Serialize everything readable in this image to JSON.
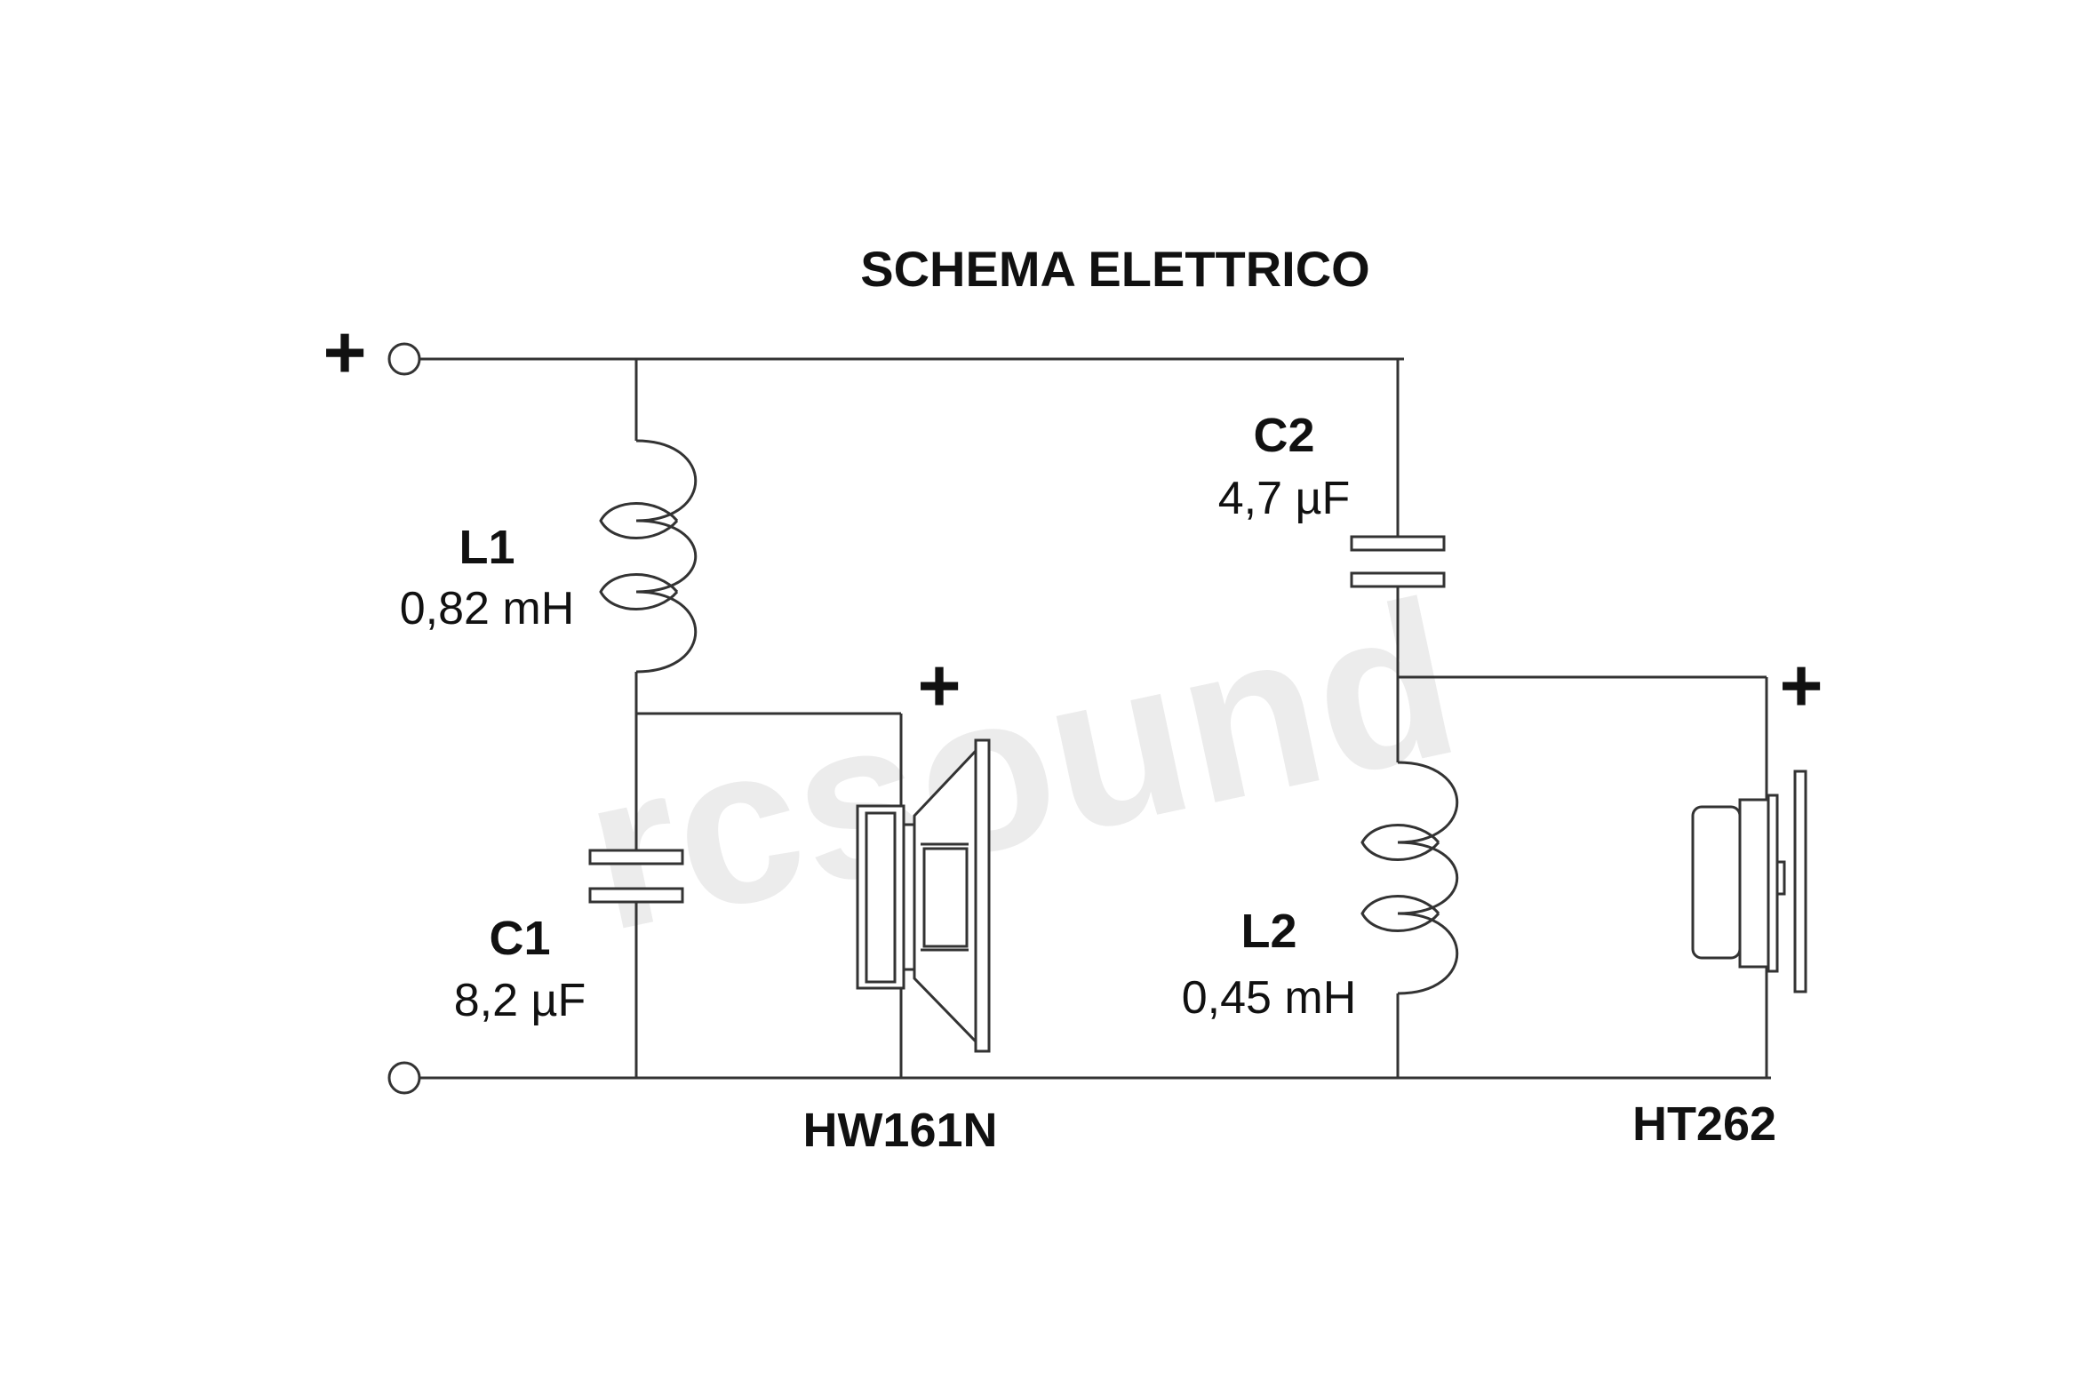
{
  "title": "SCHEMA ELETTRICO",
  "watermark": {
    "text": "rcsound",
    "color": "#ececec"
  },
  "terminals": {
    "positive_symbol": "+"
  },
  "components": {
    "L1": {
      "ref": "L1",
      "value": "0,82 mH"
    },
    "C1": {
      "ref": "C1",
      "value": "8,2 µF"
    },
    "C2": {
      "ref": "C2",
      "value": "4,7 µF"
    },
    "L2": {
      "ref": "L2",
      "value": "0,45 mH"
    }
  },
  "speakers": {
    "woofer": {
      "model": "HW161N",
      "polarity": "+"
    },
    "tweeter": {
      "model": "HT262",
      "polarity": "+"
    }
  },
  "colors": {
    "ink": "#111111",
    "line": "#333333",
    "background": "#ffffff"
  }
}
